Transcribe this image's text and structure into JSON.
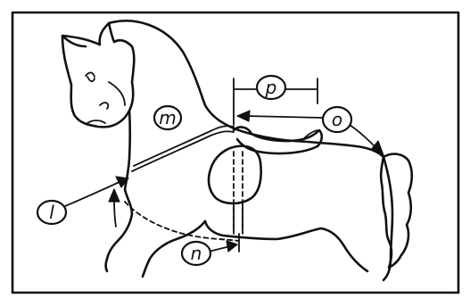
{
  "labels": {
    "l": "l",
    "m": "m",
    "n": "n",
    "o": "o",
    "p": "p"
  },
  "colors": {
    "ink": "#111111",
    "paper": "#ffffff"
  }
}
